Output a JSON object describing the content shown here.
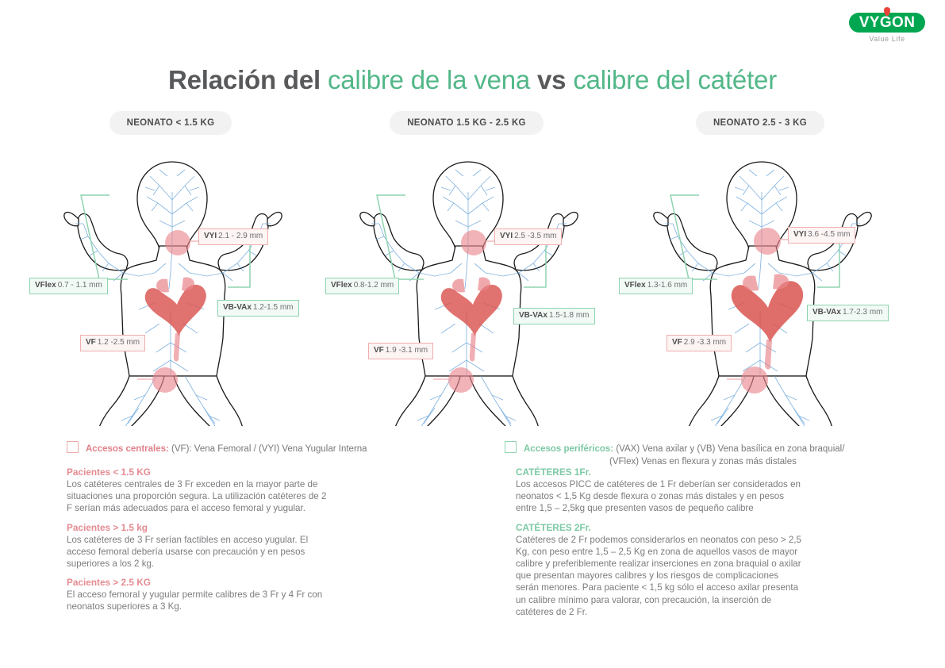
{
  "brand": {
    "name": "VYGON",
    "tagline": "Value Life",
    "plate_color": "#00a650",
    "drop_color": "#e8443a"
  },
  "title": {
    "dark_part": "Relación del ",
    "green_part_1": "calibre de la vena ",
    "dark_part_2": "vs ",
    "green_part_2": "calibre del catéter"
  },
  "colors": {
    "accent_green": "#52b788",
    "label_green_border": "#8fd3b0",
    "label_red_border": "#f0aeae",
    "text_gray": "#58595b",
    "vein_blue": "#6fa8dc",
    "heart_red": "#d9534f",
    "highlight_pink": "#e8848a"
  },
  "panels": [
    {
      "id": "panel-neonato-menor-1-5",
      "pill": "NEONATO < 1.5 KG",
      "labels": {
        "vyi": {
          "code": "VYI",
          "value": "2.1 - 2.9 mm",
          "type": "red"
        },
        "vflex": {
          "code": "VFlex",
          "value": "0.7 - 1.1 mm",
          "type": "green"
        },
        "vbvax": {
          "code": "VB-VAx",
          "value": "1.2-1.5 mm",
          "type": "green"
        },
        "vf": {
          "code": "VF",
          "value": "1.2 -2.5 mm",
          "type": "red"
        }
      }
    },
    {
      "id": "panel-neonato-1-5-a-2-5",
      "pill": "NEONATO 1.5 KG - 2.5 KG",
      "labels": {
        "vyi": {
          "code": "VYI",
          "value": "2.5 -3.5 mm",
          "type": "red"
        },
        "vflex": {
          "code": "VFlex",
          "value": "0.8-1.2 mm",
          "type": "green"
        },
        "vbvax": {
          "code": "VB-VAx",
          "value": "1.5-1.8 mm",
          "type": "green"
        },
        "vf": {
          "code": "VF",
          "value": "1.9 -3.1 mm",
          "type": "red"
        }
      }
    },
    {
      "id": "panel-neonato-2-5-a-3",
      "pill": "NEONATO 2.5 - 3 KG",
      "labels": {
        "vyi": {
          "code": "VYI",
          "value": "3.6 -4.5 mm",
          "type": "red"
        },
        "vflex": {
          "code": "VFlex",
          "value": "1.3-1.6 mm",
          "type": "green"
        },
        "vbvax": {
          "code": "VB-VAx",
          "value": "1.7-2.3 mm",
          "type": "green"
        },
        "vf": {
          "code": "VF",
          "value": "2.9 -3.3 mm",
          "type": "red"
        }
      }
    }
  ],
  "legend": {
    "central": {
      "title": "Accesos centrales:",
      "body": "(VF): Vena Femoral / (VYI) Vena Yugular Interna"
    },
    "periferico": {
      "title": "Accesos periféricos:",
      "body_line1": "(VAX) Vena axilar y (VB) Vena basílica en zona braquial/",
      "body_line2": "(VFlex) Venas en flexura y zonas más distales"
    }
  },
  "left_column": [
    {
      "head": "Pacientes < 1.5 KG",
      "body": "Los catéteres centrales de 3 Fr exceden en la mayor parte de situaciones una proporción segura. La utilización catéteres de 2 F serían más adecuados para el acceso femoral y yugular."
    },
    {
      "head": "Pacientes > 1.5 kg",
      "body": "Los catéteres de 3 Fr serían factibles en acceso yugular. El acceso femoral debería usarse con precaución y en pesos superiores a los 2 kg."
    },
    {
      "head": "Pacientes > 2.5 KG",
      "body": "El acceso femoral y yugular permite calibres de 3 Fr y 4 Fr con neonatos superiores a 3 Kg."
    }
  ],
  "right_column": [
    {
      "head": "CATÉTERES 1Fr.",
      "body": "Los accesos PICC de catéteres de 1 Fr deberían ser considerados en neonatos < 1,5 Kg desde flexura o zonas más distales y en pesos entre 1,5 – 2,5kg que presenten vasos de pequeño calibre"
    },
    {
      "head": "CATÉTERES 2Fr.",
      "body": "Catéteres de 2 Fr podemos considerarlos en neonatos con peso > 2,5 Kg, con peso entre 1,5 – 2,5 Kg en zona de aquellos vasos de mayor calibre y preferiblemente realizar inserciones en zona braquial o axilar que presentan mayores calibres y los riesgos de complicaciones serán menores. Para paciente < 1,5 kg sólo el acceso axilar presenta un calibre mínimo para valorar, con precaución, la inserción de catéteres de 2 Fr."
    }
  ]
}
